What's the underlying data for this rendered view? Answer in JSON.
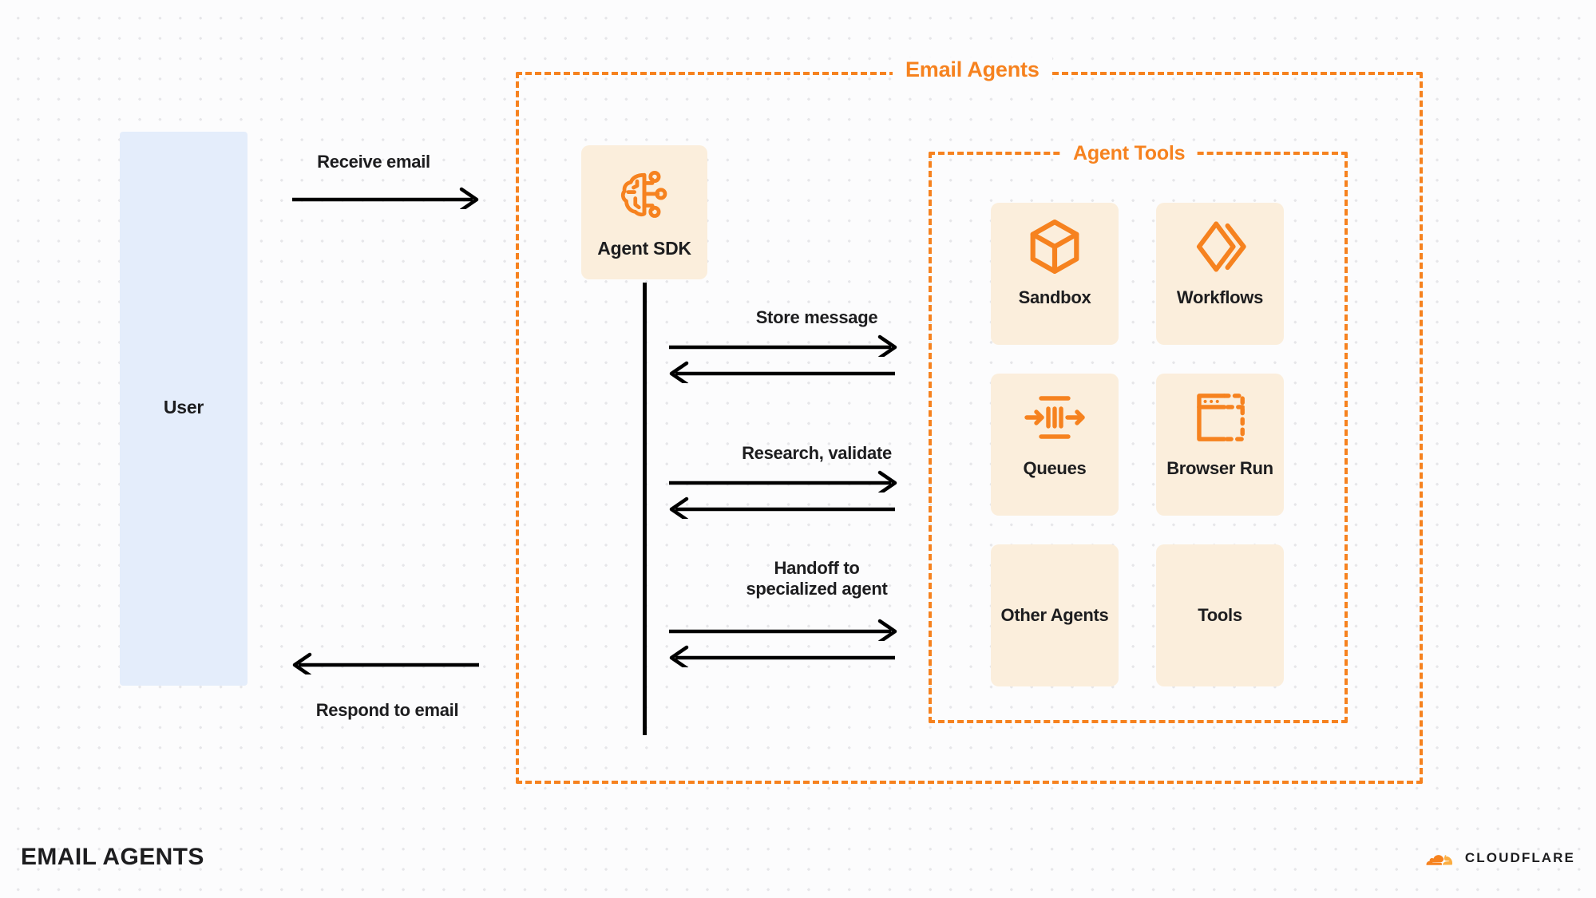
{
  "colors": {
    "accent_orange": "#F6821F",
    "card_bg": "#FBEEDC",
    "user_bg": "#E4EDFB",
    "text_dark": "#1D1D1F",
    "canvas_bg": "#FCFCFD",
    "dot_grid": "#E6E6E9",
    "arrow_black": "#000000",
    "brand_orange_light": "#FBAD41"
  },
  "actors": {
    "user": {
      "label": "User"
    }
  },
  "outer_container": {
    "title": "Email Agents"
  },
  "inner_container": {
    "title": "Agent Tools"
  },
  "agent_sdk": {
    "label": "Agent SDK",
    "icon": "brain-circuit-icon"
  },
  "tools": [
    {
      "label": "Sandbox",
      "icon": "cube-icon"
    },
    {
      "label": "Workflows",
      "icon": "double-chevron-icon"
    },
    {
      "label": "Queues",
      "icon": "queue-arrows-icon"
    },
    {
      "label": "Browser Run",
      "icon": "browser-window-dashed-icon"
    },
    {
      "label": "Other\nAgents",
      "icon": "none"
    },
    {
      "label": "Tools",
      "icon": "none"
    }
  ],
  "messages": {
    "receive_email": "Receive email",
    "respond_email": "Respond to email",
    "store_message": "Store message",
    "research_validate": "Research, validate",
    "handoff": "Handoff to\nspecialized agent"
  },
  "footer": {
    "title": "EMAIL AGENTS",
    "brand": "CLOUDFLARE"
  }
}
